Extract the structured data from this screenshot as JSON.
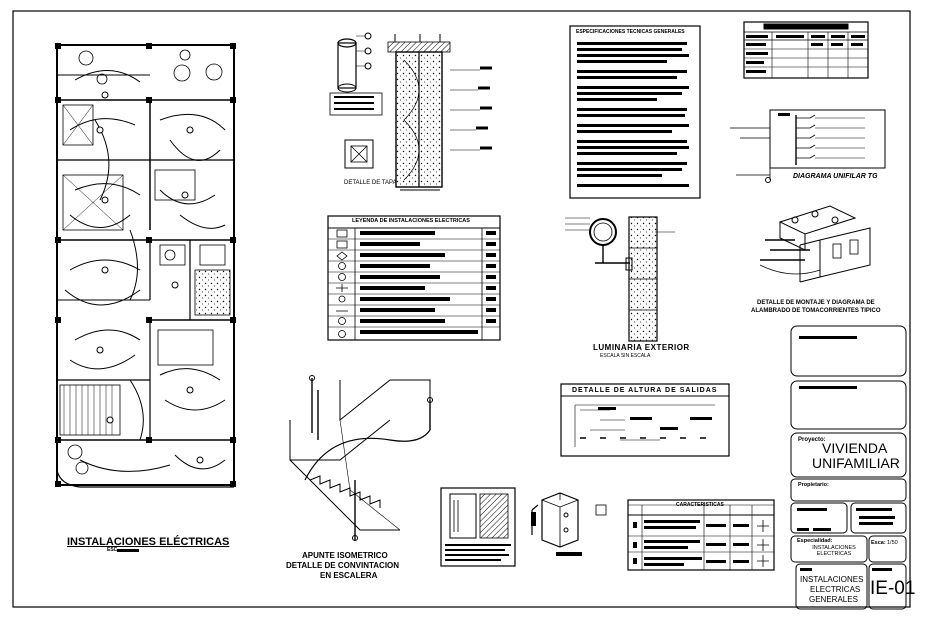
{
  "plan": {
    "title": "INSTALACIONES ELÉCTRICAS",
    "scale_label": "ESC."
  },
  "details": {
    "pozo_tierra_caption": "DETALLE DE TAPA",
    "legend_title": "LEYENDA DE INSTALACIONES ELECTRICAS",
    "luminaria_title": "LUMINARIA EXTERIOR",
    "luminaria_subtitle": "ESCALA SIN ESCALA",
    "salidas_title": "DETALLE DE ALTURA DE SALIDAS",
    "diagrama_title": "DIAGRAMA UNIFILAR TG",
    "montaje_title_1": "DETALLE DE MONTAJE Y DIAGRAMA DE",
    "montaje_title_2": "ALAMBRADO DE TOMACORRIENTES TIPICO",
    "escalera_line1": "APUNTE ISOMETRICO",
    "escalera_line2": "DETALLE DE CONVINTACION",
    "escalera_line3": "EN ESCALERA",
    "specs_title": "ESPECIFICACIONES TECNICAS GENERALES",
    "caracteristicas_title": "CARACTERISTICAS"
  },
  "title_block": {
    "proyecto_label": "Proyecto:",
    "project_line1": "VIVIENDA",
    "project_line2": "UNIFAMILIAR",
    "propietario_label": "Propietario:",
    "especialidad_label": "Especialidad:",
    "especialidad_value": "INSTALACIONES ELECTRICAS",
    "escala_label": "Esca:",
    "escala_value": "1/50",
    "lamina_line1": "INSTALACIONES",
    "lamina_line2": "ELECTRICAS",
    "lamina_line3": "GENERALES",
    "sheet_code": "IE-01"
  },
  "colors": {
    "ink": "#000000",
    "paper": "#ffffff",
    "hatch": "#555555"
  }
}
